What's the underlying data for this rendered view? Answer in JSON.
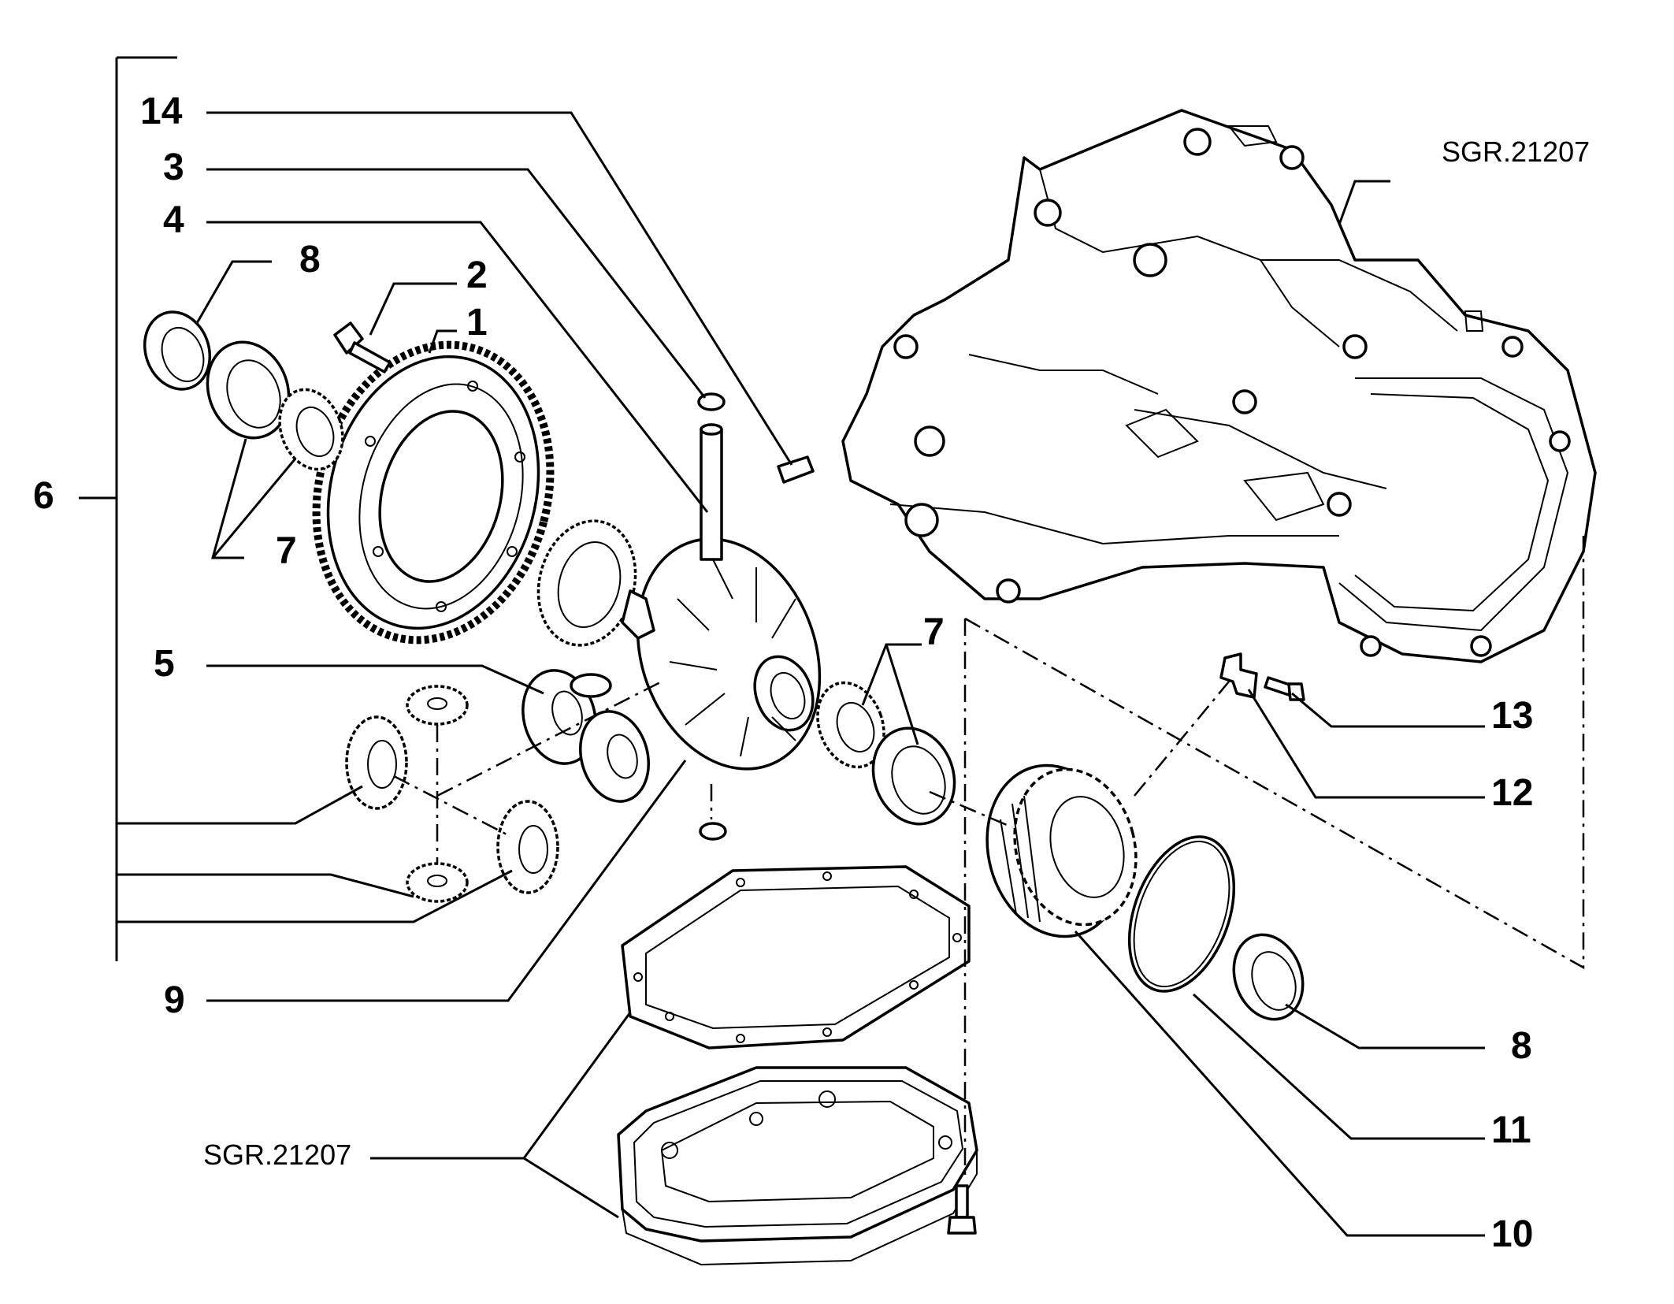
{
  "callouts": {
    "c14": "14",
    "c3": "3",
    "c4": "4",
    "c8a": "8",
    "c2": "2",
    "c1": "1",
    "c6": "6",
    "c7a": "7",
    "c5": "5",
    "c7b": "7",
    "c9": "9",
    "c13": "13",
    "c12": "12",
    "c8b": "8",
    "c11": "11",
    "c10": "10"
  },
  "references": {
    "housing_ref": "SGR.21207",
    "sump_ref": "SGR.21207"
  }
}
